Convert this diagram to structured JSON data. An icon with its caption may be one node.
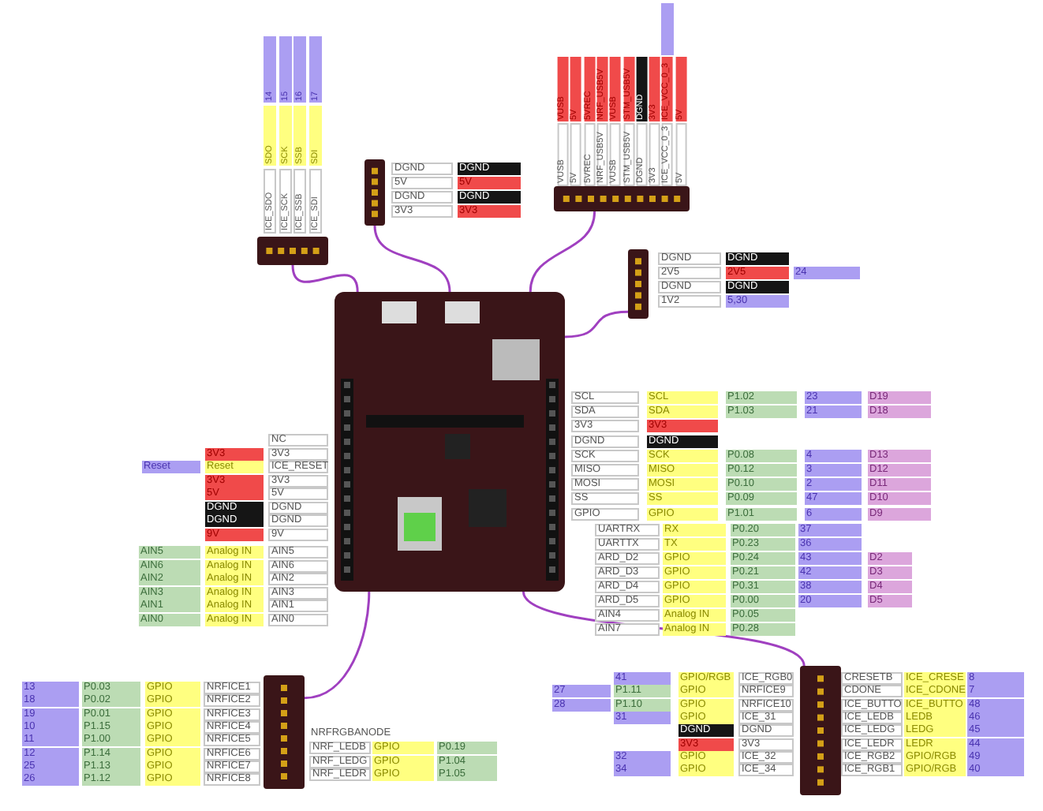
{
  "diagram": {
    "nodes": [
      {
        "text": [],
        "shape": "picture"
      },
      {
        "text": [],
        "shape": "picture"
      },
      {
        "text": [],
        "shape": "picture"
      },
      {
        "text": [],
        "shape": "picture"
      },
      {
        "text": [],
        "shape": "picture"
      },
      {
        "text": [],
        "shape": "picture"
      },
      {
        "text": [],
        "shape": "picture"
      }
    ],
    "edges": [
      {
        "from": 1,
        "to": 0,
        "arrow": "none"
      },
      {
        "from": 2,
        "to": 0,
        "arrow": "none"
      },
      {
        "from": 3,
        "to": 0,
        "arrow": "none"
      },
      {
        "from": 4,
        "to": 0,
        "arrow": "none"
      },
      {
        "from": 5,
        "to": 0,
        "arrow": "none"
      },
      {
        "from": 6,
        "to": 0,
        "arrow": "none"
      }
    ],
    "labels": [
      "ICE_SDO",
      "SDO",
      "14",
      "ICE_SCK",
      "SCK",
      "15",
      "ICE_SSB",
      "SSB",
      "16",
      "ICE_SDI",
      "SDI",
      "17",
      "DGND",
      "DGND",
      "5V",
      "5V",
      "DGND",
      "DGND",
      "3V3",
      "3V3",
      "VUSB",
      "VUSB",
      "5V",
      "5V",
      "5VREC",
      "5VREC",
      "NRF_USB5V",
      "NRF_USB5V",
      "VUSB",
      "VUSB",
      "STM_USB5V",
      "STM_USB5V",
      "DGND",
      "DGND",
      "3V3",
      "3V3",
      "ICE_VCC_0_3",
      "ICE_VCC_0_3",
      "5V",
      "5V",
      "DGND",
      "DGND",
      "2V5",
      "2V5",
      "24",
      "DGND",
      "DGND",
      "1V2",
      "5,30",
      "NC",
      "3V3",
      "3V3",
      "Reset",
      "Reset",
      "ICE_RESET",
      "3V3",
      "3V3",
      "5V",
      "5V",
      "DGND",
      "DGND",
      "DGND",
      "DGND",
      "9V",
      "9V",
      "AIN5",
      "Analog IN",
      "AIN5",
      "AIN6",
      "Analog IN",
      "AIN6",
      "AIN2",
      "Analog IN",
      "AIN2",
      "AIN3",
      "Analog IN",
      "AIN3",
      "AIN1",
      "Analog IN",
      "AIN1",
      "AIN0",
      "Analog IN",
      "AIN0",
      "SCL",
      "SCL",
      "P1.02",
      "23",
      "D19",
      "SDA",
      "SDA",
      "P1.03",
      "21",
      "D18",
      "3V3",
      "3V3",
      "DGND",
      "DGND",
      "SCK",
      "SCK",
      "P0.08",
      "4",
      "D13",
      "MISO",
      "MISO",
      "P0.12",
      "3",
      "D12",
      "MOSI",
      "MOSI",
      "P0.10",
      "2",
      "D11",
      "SS",
      "SS",
      "P0.09",
      "47",
      "D10",
      "GPIO",
      "GPIO",
      "P1.01",
      "6",
      "D9",
      "UARTRX",
      "RX",
      "P0.20",
      "37",
      "UARTTX",
      "TX",
      "P0.23",
      "36",
      "ARD_D2",
      "GPIO",
      "P0.24",
      "43",
      "D2",
      "ARD_D3",
      "GPIO",
      "P0.21",
      "42",
      "D3",
      "ARD_D4",
      "GPIO",
      "P0.31",
      "38",
      "D4",
      "ARD_D5",
      "GPIO",
      "P0.00",
      "20",
      "D5",
      "AIN4",
      "Analog IN",
      "P0.05",
      "AIN7",
      "Analog IN",
      "P0.28",
      "13",
      "P0.03",
      "GPIO",
      "NRFICE1",
      "18",
      "P0.02",
      "GPIO",
      "NRFICE2",
      "19",
      "P0.01",
      "GPIO",
      "NRFICE3",
      "10",
      "P1.15",
      "GPIO",
      "NRFICE4",
      "11",
      "P1.00",
      "GPIO",
      "NRFICE5",
      "12",
      "P1.14",
      "GPIO",
      "NRFICE6",
      "25",
      "P1.13",
      "GPIO",
      "NRFICE7",
      "26",
      "P1.12",
      "GPIO",
      "NRFICE8",
      "NRFRGBANODE",
      "NRF_LEDB",
      "GPIO",
      "P0.19",
      "NRF_LEDG",
      "GPIO",
      "P1.04",
      "NRF_LEDR",
      "GPIO",
      "P1.05",
      "41",
      "GPIO/RGB",
      "ICE_RGB0",
      "CRESETB",
      "ICE_CRESE",
      "8",
      "27",
      "P1.11",
      "GPIO",
      "NRFICE9",
      "CDONE",
      "ICE_CDONE",
      "7",
      "28",
      "P1.10",
      "GPIO",
      "NRFICE10",
      "ICE_BUTTO",
      "ICE_BUTTO",
      "48",
      "31",
      "GPIO",
      "ICE_31",
      "ICE_LEDB",
      "LEDB",
      "46",
      "DGND",
      "DGND",
      "ICE_LEDG",
      "LEDG",
      "45",
      "3V3",
      "3V3",
      "ICE_LEDR",
      "LEDR",
      "44",
      "32",
      "GPIO",
      "ICE_32",
      "ICE_RGB2",
      "GPIO/RGB",
      "49",
      "34",
      "GPIO",
      "ICE_34",
      "ICE_RGB1",
      "GPIO/RGB",
      "40"
    ]
  }
}
